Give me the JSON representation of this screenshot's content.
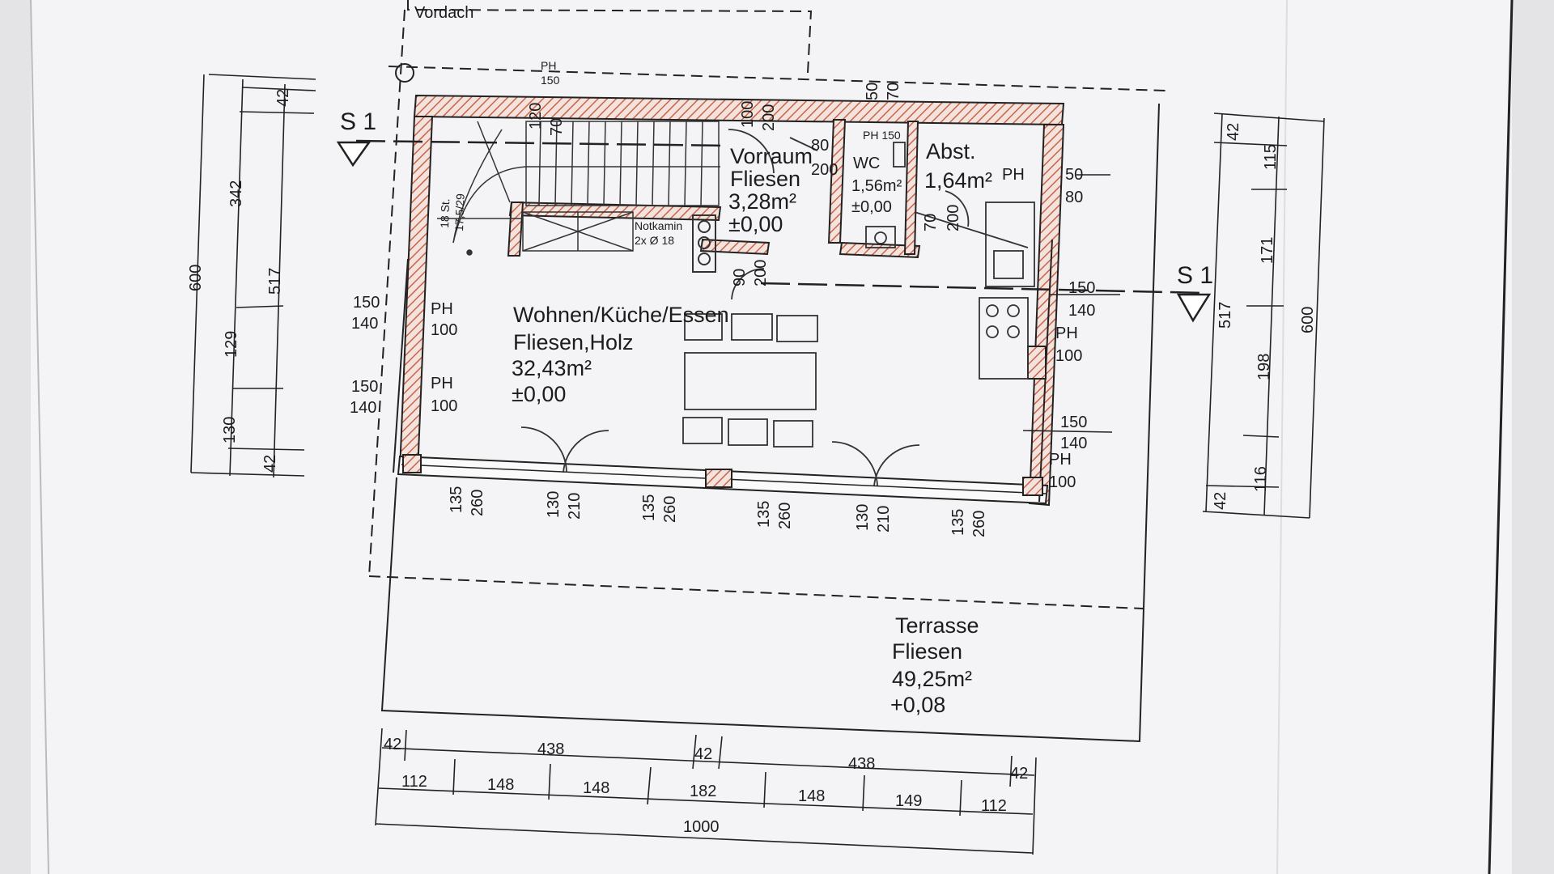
{
  "canopy": "Vordach",
  "section_marker": "S 1",
  "rooms": {
    "living": [
      "Wohnen/Küche/Essen",
      "Fliesen,Holz",
      "32,43m²",
      "±0,00"
    ],
    "hall": [
      "Vorraum",
      "Fliesen",
      "3,28m²",
      "±0,00"
    ],
    "wc": [
      "WC",
      "1,56m²",
      "±0,00"
    ],
    "storage": [
      "Abst.",
      "1,64m²"
    ],
    "terrace": [
      "Terrasse",
      "Fliesen",
      "49,25m²",
      "+0,08"
    ]
  },
  "labels": {
    "stairs": "18 St.",
    "stair_rise": "17,5/29",
    "chimney": "Notkamin",
    "chimney_spec": "2x Ø 18",
    "ph": "PH"
  },
  "dims": {
    "ph150": "150",
    "left_outer": [
      "42",
      "342",
      "129",
      "130",
      "42"
    ],
    "left_mid": "517",
    "left_total": "600",
    "right_outer": [
      "42",
      "115",
      "171",
      "198",
      "116",
      "42"
    ],
    "right_mid": "517",
    "right_total": "600",
    "bottom_row1": [
      "42",
      "438",
      "42",
      "438",
      "42"
    ],
    "bottom_row2": [
      "112",
      "148",
      "148",
      "182",
      "148",
      "149",
      "112"
    ],
    "bottom_total": "1000",
    "windows_left": [
      [
        "150",
        "140",
        "100"
      ],
      [
        "150",
        "140",
        "100"
      ]
    ],
    "windows_right": [
      [
        "150",
        "140",
        "100"
      ],
      [
        "150",
        "140",
        "100"
      ]
    ],
    "ph_right_top": [
      "50",
      "80"
    ],
    "front_openings": [
      [
        "135",
        "260"
      ],
      [
        "130",
        "210"
      ],
      [
        "135",
        "260"
      ],
      [
        "135",
        "260"
      ],
      [
        "130",
        "210"
      ],
      [
        "135",
        "260"
      ]
    ],
    "top_openings": [
      [
        "120",
        "70"
      ],
      [
        "100",
        "200"
      ],
      [
        "50",
        "70"
      ]
    ],
    "hall_door": [
      "80",
      "200"
    ],
    "wc_door": [
      "70",
      "200"
    ],
    "wc_ph": "PH 150",
    "hall_bottom_door": [
      "90",
      "200"
    ]
  }
}
